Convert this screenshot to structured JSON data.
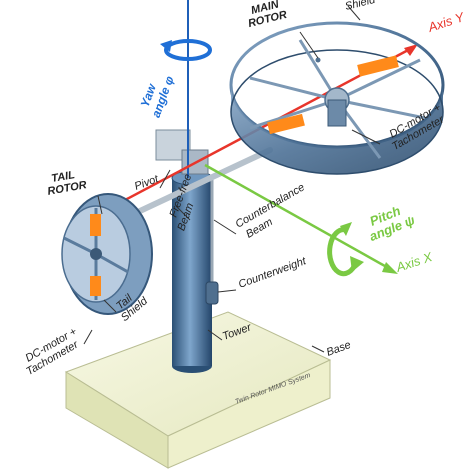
{
  "labels": {
    "main_rotor": [
      "MAIN",
      "ROTOR"
    ],
    "shield_top": "Shield",
    "axis_y": "Axis Y",
    "yaw": [
      "Yaw",
      "angle φ"
    ],
    "dc_motor_main": [
      "DC-motor +",
      "Tachometer"
    ],
    "tail_rotor": [
      "TAIL",
      "ROTOR"
    ],
    "pivot": "Pivot",
    "free_free_beam": [
      "Free-free",
      "Beam"
    ],
    "counterbalance_beam": [
      "Counterbalance",
      "Beam"
    ],
    "pitch": [
      "Pitch",
      "angle ψ"
    ],
    "axis_x": "Axis X",
    "counterweight": "Counterweight",
    "tower": "Tower",
    "tail_shield": [
      "Tail",
      "Shield"
    ],
    "dc_motor_tail": [
      "DC-motor +",
      "Tachometer"
    ],
    "base": "Base",
    "base_caption": "Twin Rotor MIMO System"
  },
  "colors": {
    "axis_red": "#e8352b",
    "axis_green": "#7ac943",
    "yaw_blue": "#1f6fd6",
    "metal": "#5b7ea3",
    "tower": "#3d6a93",
    "base_face": "#f2f4d2",
    "blade": "#ff8a1a"
  }
}
